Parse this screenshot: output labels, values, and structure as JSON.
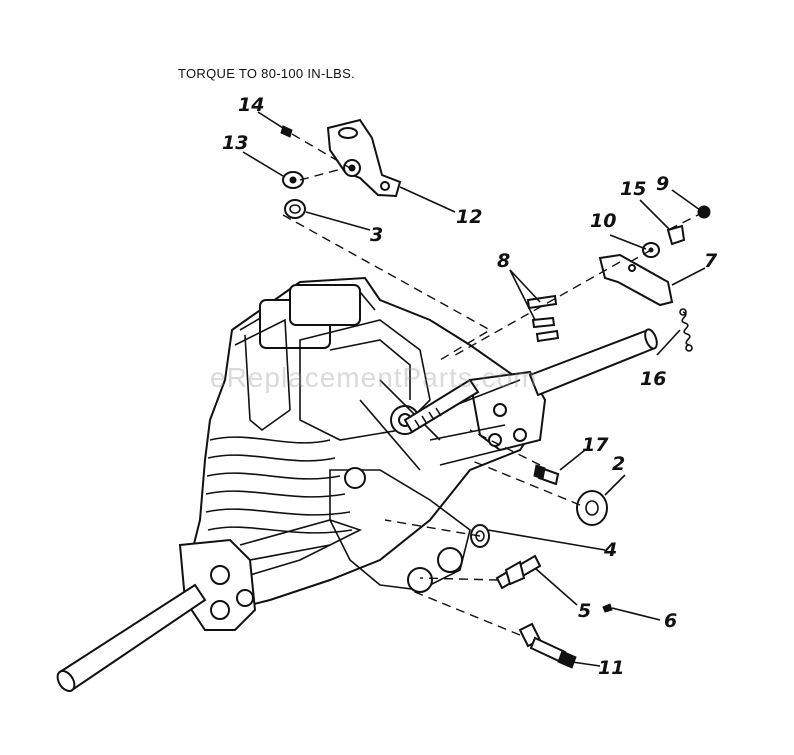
{
  "note": "TORQUE TO 80-100 IN-LBS.",
  "watermark": "eReplacementParts.com",
  "callouts": {
    "c1": "2",
    "c2": "3",
    "c3": "4",
    "c4": "5",
    "c5": "6",
    "c6": "7",
    "c7": "8",
    "c8": "9",
    "c9": "10",
    "c10": "11",
    "c11": "12",
    "c12": "13",
    "c13": "14",
    "c14": "15",
    "c15": "16",
    "c16": "17"
  }
}
